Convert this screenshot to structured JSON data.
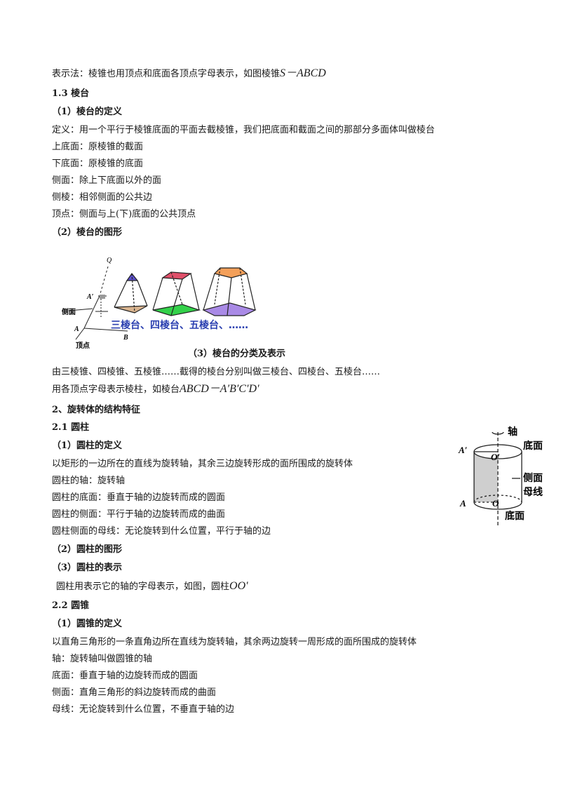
{
  "lines": {
    "l01": {
      "text": "表示法：棱锥也用顶点和底面各顶点字母表示，如图棱锥",
      "math": "S－ABCD"
    },
    "l02": "1.3 棱台",
    "l03": "（1）棱台的定义",
    "l04": "定义：用一个平行于棱锥底面的平面去截棱锥，我们把底面和截面之间的那部分多面体叫做棱台",
    "l05": "上底面：原棱锥的截面",
    "l06": "下底面：原棱锥的底面",
    "l07": "侧面：除上下底面以外的面",
    "l08": "侧棱：相邻侧面的公共边",
    "l09": "顶点：侧面与上(下)底面的公共顶点",
    "l10": "（2）棱台的图形",
    "l11": "（3）棱台的分类及表示",
    "l12": "由三棱锥、四棱锥、五棱锥……截得的棱台分别叫做三棱台、四棱台、五棱台……",
    "l13": {
      "text": "用各顶点字母表示棱柱，如棱台",
      "math": "ABCD－A′B′C′D′"
    },
    "l14": "2、旋转体的结构特征",
    "l15": "2.1 圆柱",
    "l16": "（1）圆柱的定义",
    "l17": "以矩形的一边所在的直线为旋转轴，其余三边旋转形成的面所围成的旋转体",
    "l18": "圆柱的轴：旋转轴",
    "l19": "圆柱的底面：垂直于轴的边旋转而成的圆面",
    "l20": "圆柱的侧面：平行于轴的边旋转而成的曲面",
    "l21": "圆柱侧面的母线：无论旋转到什么位置，平行于轴的边",
    "l22": "（2）圆柱的图形",
    "l23": "（3）圆柱的表示",
    "l24": {
      "text": "圆柱用表示它的轴的字母表示，如图，圆柱",
      "math": "OO′"
    },
    "l25": "2.2 圆锥",
    "l26": "（1）圆锥的定义",
    "l27": "以直角三角形的一条直角边所在直线为旋转轴，其余两边旋转一周形成的面所围成的旋转体",
    "l28": "轴：旋转轴叫做圆锥的轴",
    "l29": "底面：垂直于轴的边旋转而成的圆面",
    "l30": "侧面：直角三角形的斜边旋转而成的曲面",
    "l31": "母线：无论旋转到什么位置，不垂直于轴的边"
  },
  "frustum_figure": {
    "label_q": "Q",
    "label_a_prime": "A′",
    "label_side": "侧面",
    "label_a": "A",
    "label_b": "B",
    "label_vertex": "顶点",
    "caption": "三棱台、四棱台、五棱台、……",
    "colors": {
      "tri_top": "#5b4fc9",
      "tri_base": "#d9b48f",
      "quad_top": "#e0506a",
      "quad_base": "#33d14a",
      "pent_top": "#f4a05a",
      "pent_base": "#a98ae6",
      "caption": "#2a3fb0"
    }
  },
  "cylinder_figure": {
    "label_axis": "轴",
    "label_top_base": "底面",
    "label_a_prime": "A′",
    "label_o_prime": "O′",
    "label_side": "侧面",
    "label_generatrix": "母线",
    "label_a": "A",
    "label_o": "O",
    "label_bottom_base": "底面"
  }
}
